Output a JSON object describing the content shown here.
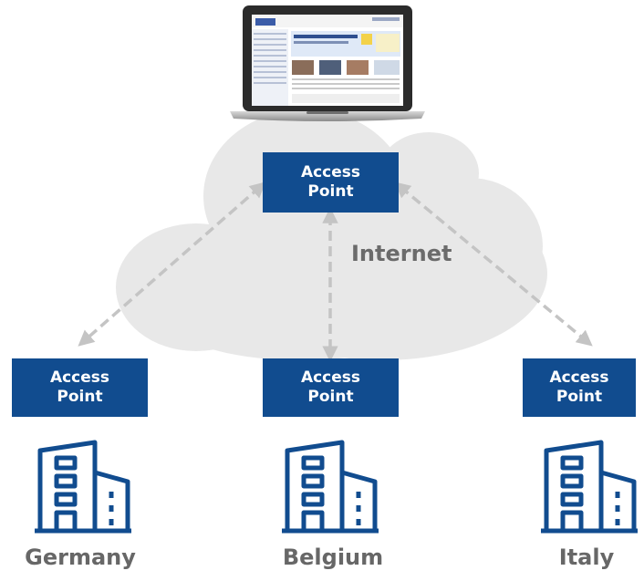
{
  "cloud": {
    "label": "Internet"
  },
  "access_point_label": {
    "line1": "Access",
    "line2": "Point"
  },
  "sites": [
    {
      "country": "Germany"
    },
    {
      "country": "Belgium"
    },
    {
      "country": "Italy"
    }
  ],
  "colors": {
    "access_point_fill": "#114c8f",
    "building_stroke": "#114c8f",
    "cloud_fill": "#e8e8e8",
    "arrow": "#c4c4c4",
    "country_text": "#676767"
  }
}
